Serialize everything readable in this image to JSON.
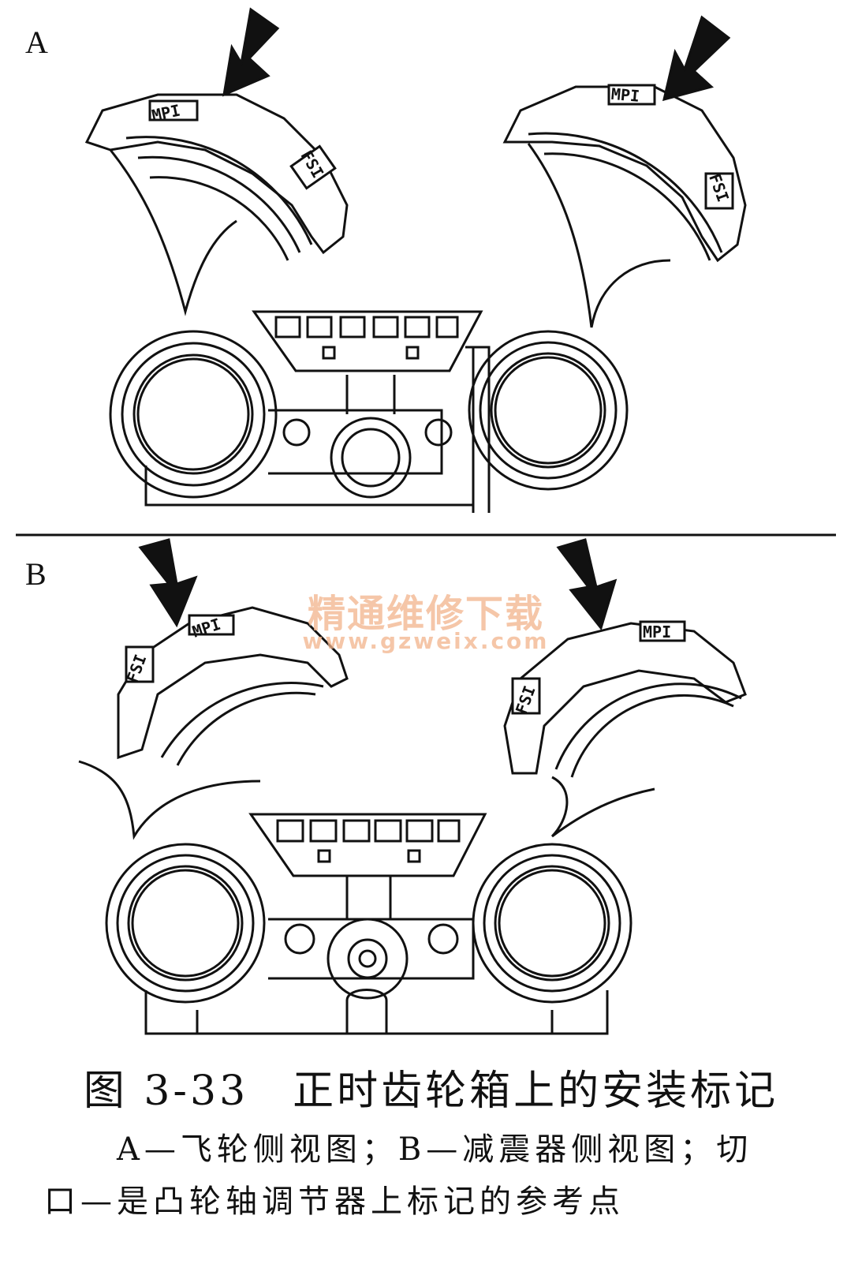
{
  "panels": [
    {
      "id": "A",
      "label": "A"
    },
    {
      "id": "B",
      "label": "B"
    }
  ],
  "marks": {
    "mpi": "MPI",
    "fsi": "FSI"
  },
  "watermark": {
    "line1": "精通维修下载",
    "line2": "www.gzweix.com"
  },
  "caption": {
    "title": "图 3-33　正时齿轮箱上的安装标记",
    "line1": "A—飞轮侧视图；B—减震器侧视图；切",
    "line2": "口—是凸轮轴调节器上标记的参考点"
  },
  "colors": {
    "ink": "#111111",
    "watermark": "#f2b48c",
    "background": "#ffffff"
  }
}
